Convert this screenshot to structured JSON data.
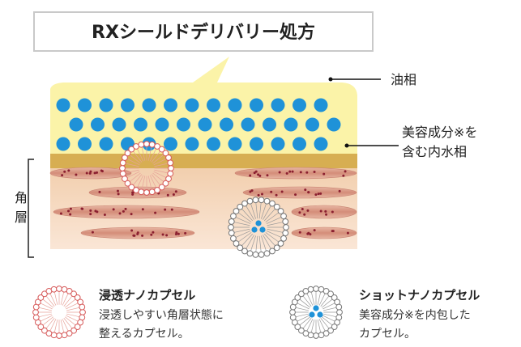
{
  "title": "RXシールドデリバリー処方",
  "labels": {
    "oil_phase": "油相",
    "water_phase_line1": "美容成分※を",
    "water_phase_line2": "含む内水相",
    "stratum_line1": "角",
    "stratum_line2": "層"
  },
  "legend": [
    {
      "title": "浸透ナノカプセル",
      "desc_line1": "浸透しやすい角層状態に",
      "desc_line2": "整えるカプセル。",
      "color": "#d65a5a"
    },
    {
      "title": "ショットナノカプセル",
      "desc_line1": "美容成分※を内包した",
      "desc_line2": "カプセル。",
      "color": "#777777"
    }
  ],
  "colors": {
    "oil_yellow": "#fbf3a8",
    "water_drop": "#1f92d8",
    "skin_band": "#d7ae52",
    "skin_layer": "#efc9ad",
    "corneocyte": "#d99a86",
    "granule": "#8b2030"
  }
}
